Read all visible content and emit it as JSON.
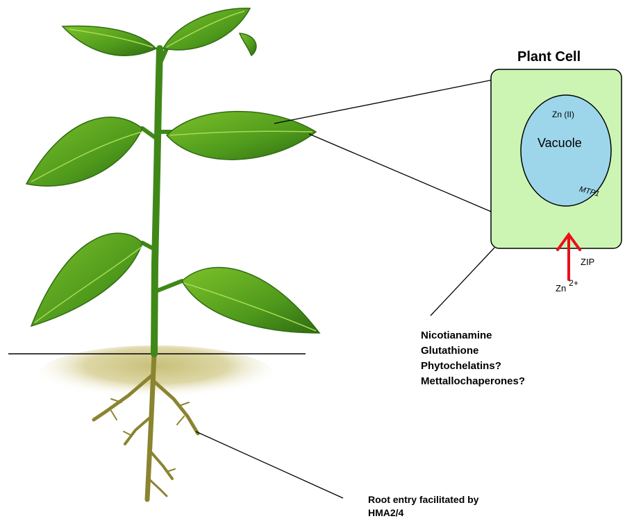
{
  "cell": {
    "title": "Plant Cell",
    "zn_ii": "Zn (II)",
    "vacuole": "Vacuole",
    "mtp1": "MTP1",
    "zip": "ZIP",
    "zn_ion": "Zn",
    "zn_charge": "2+"
  },
  "chelators": [
    "Nicotianamine",
    "Glutathione",
    "Phytochelatins?",
    "Mettallochaperones?"
  ],
  "root_note": [
    "Root entry facilitated by",
    "HMA2/4"
  ],
  "colors": {
    "leaf": "#4f9a1c",
    "leaf_dark": "#2f6b12",
    "leaf_vein": "#a8dc52",
    "stem": "#3f8818",
    "root": "#8a8430",
    "soil_glow": "#d8d19a",
    "cell_fill": "#ccf5b4",
    "vacuole_fill": "#9dd6ea",
    "arrow": "#e8101a"
  }
}
